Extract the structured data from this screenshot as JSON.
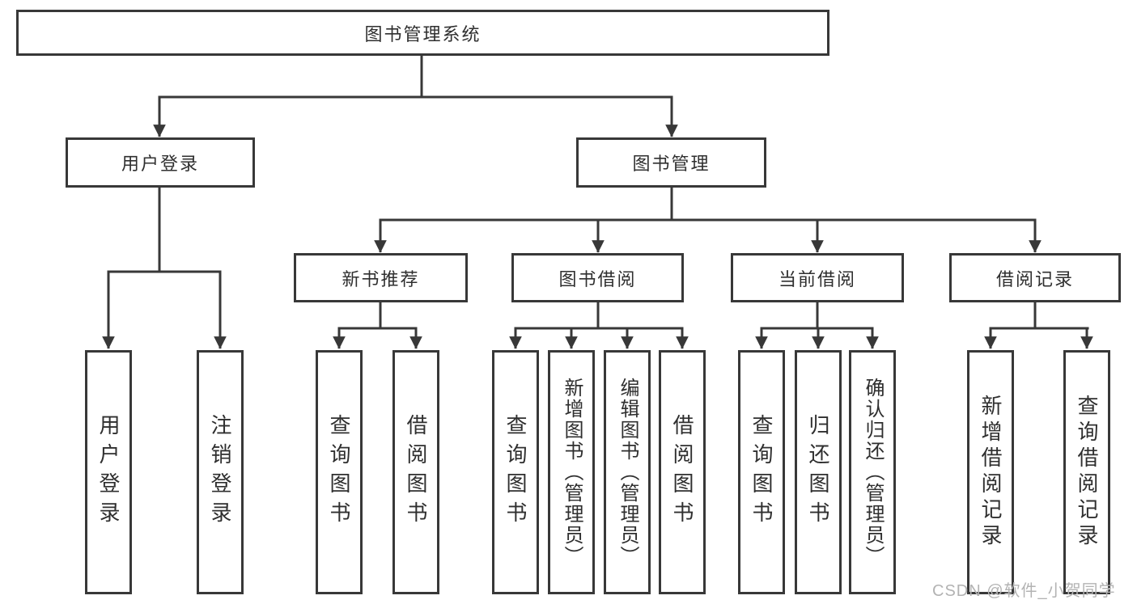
{
  "diagram": {
    "root": {
      "label": "图书管理系统"
    },
    "level2": [
      {
        "label": "用户登录"
      },
      {
        "label": "图书管理"
      }
    ],
    "level3": [
      {
        "label": "新书推荐",
        "parent": "图书管理"
      },
      {
        "label": "图书借阅",
        "parent": "图书管理"
      },
      {
        "label": "当前借阅",
        "parent": "图书管理"
      },
      {
        "label": "借阅记录",
        "parent": "图书管理"
      }
    ],
    "leaves": [
      {
        "label": "用户登录",
        "parent": "用户登录"
      },
      {
        "label": "注销登录",
        "parent": "用户登录"
      },
      {
        "label": "查询图书",
        "parent": "新书推荐"
      },
      {
        "label": "借阅图书",
        "parent": "新书推荐"
      },
      {
        "label": "查询图书",
        "parent": "图书借阅"
      },
      {
        "label": "新增图书（管理员）",
        "parent": "图书借阅"
      },
      {
        "label": "编辑图书（管理员）",
        "parent": "图书借阅"
      },
      {
        "label": "借阅图书",
        "parent": "图书借阅"
      },
      {
        "label": "查询图书",
        "parent": "当前借阅"
      },
      {
        "label": "归还图书",
        "parent": "当前借阅"
      },
      {
        "label": "确认归还（管理员）",
        "parent": "当前借阅"
      },
      {
        "label": "新增借阅记录",
        "parent": "借阅记录"
      },
      {
        "label": "查询借阅记录",
        "parent": "借阅记录"
      }
    ]
  },
  "watermark": {
    "text": "CSDN @软件_小贺同学"
  },
  "colors": {
    "line": "#383838",
    "text": "#2f2f2f",
    "box_background": "#ffffff",
    "watermark": "#b3b3b3"
  }
}
